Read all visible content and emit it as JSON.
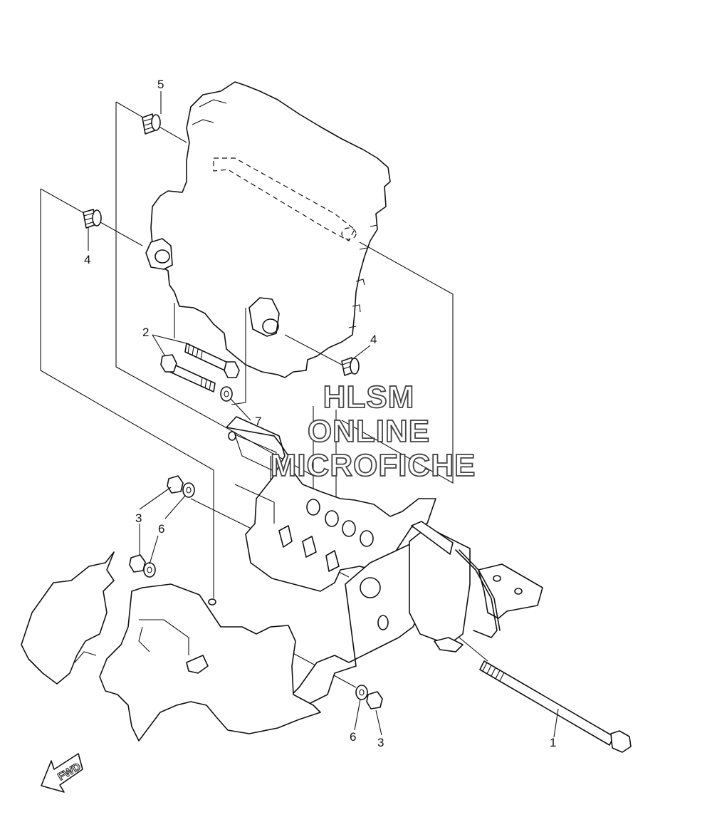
{
  "callouts": [
    {
      "id": "c1",
      "text": "1"
    },
    {
      "id": "c2",
      "text": "2"
    },
    {
      "id": "c3a",
      "text": "3"
    },
    {
      "id": "c3b",
      "text": "3"
    },
    {
      "id": "c4a",
      "text": "4"
    },
    {
      "id": "c4b",
      "text": "4"
    },
    {
      "id": "c5",
      "text": "5"
    },
    {
      "id": "c6a",
      "text": "6"
    },
    {
      "id": "c6b",
      "text": "6"
    },
    {
      "id": "c7",
      "text": "7"
    }
  ],
  "watermark": {
    "line1": "HLSM",
    "line2": "ONLINE",
    "line3": "MICROFICHE"
  },
  "direction_label": "FWD"
}
